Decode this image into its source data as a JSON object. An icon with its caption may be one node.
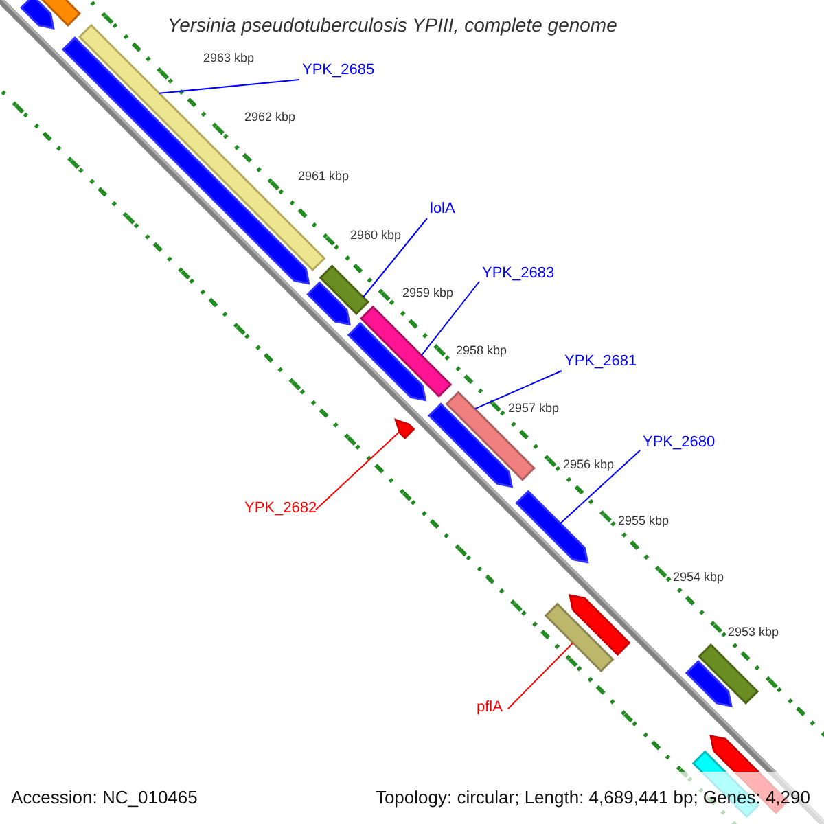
{
  "diagram": {
    "title": "Yersinia pseudotuberculosis YPIII, complete genome",
    "nodes": [
      {
        "text": [
          "YPK_2685"
        ]
      },
      {
        "text": [
          "lolA"
        ]
      },
      {
        "text": [
          "YPK_2683"
        ]
      },
      {
        "text": [
          "YPK_2681"
        ]
      },
      {
        "text": [
          "YPK_2680"
        ]
      },
      {
        "text": [
          "YPK_2682"
        ]
      },
      {
        "text": [
          "pflA"
        ]
      },
      {
        "text": [],
        "shape": "bar"
      },
      {
        "text": [],
        "shape": "bar"
      },
      {
        "text": [],
        "shape": "bar"
      },
      {
        "text": [],
        "shape": "bar"
      },
      {
        "text": [],
        "shape": "bar"
      },
      {
        "text": [],
        "shape": "bar"
      },
      {
        "text": [],
        "shape": "bar"
      }
    ],
    "edges": [
      {
        "from": 0,
        "to": 7,
        "arrow": "none"
      },
      {
        "from": 1,
        "to": 8,
        "arrow": "none"
      },
      {
        "from": 2,
        "to": 9,
        "arrow": "none"
      },
      {
        "from": 3,
        "to": 10,
        "arrow": "none"
      },
      {
        "from": 4,
        "to": 11,
        "arrow": "none"
      },
      {
        "from": 5,
        "to": 12,
        "arrow": "none",
        "color": "#ff0000"
      },
      {
        "from": 6,
        "to": 13,
        "arrow": "none",
        "color": "#ff0000"
      }
    ],
    "labels": [
      "2963 kbp",
      "2962 kbp",
      "2961 kbp",
      "2960 kbp",
      "2959 kbp",
      "2958 kbp",
      "2957 kbp",
      "2956 kbp",
      "2955 kbp",
      "2954 kbp",
      "2953 kbp",
      "Accession: NC_010465",
      "Topology: circular; Length: 4,689,441 bp; Genes: 4,290"
    ]
  }
}
